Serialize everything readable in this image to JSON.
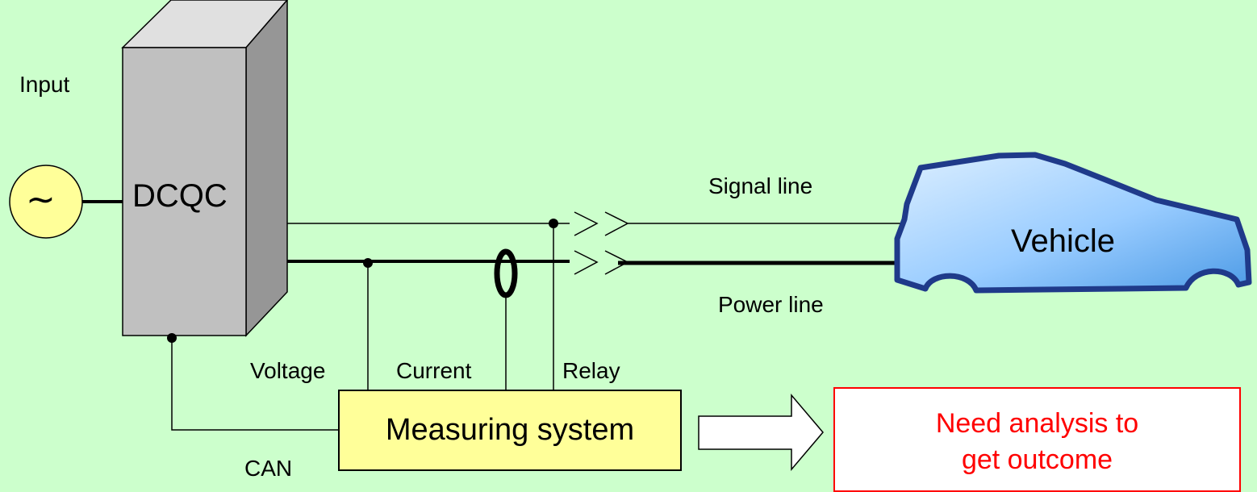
{
  "diagram": {
    "input_label": "Input",
    "charger_label": "DCQC",
    "signal_line_label": "Signal line",
    "power_line_label": "Power line",
    "vehicle_label": "Vehicle",
    "voltage_label": "Voltage",
    "current_label": "Current",
    "relay_label": "Relay",
    "can_label": "CAN",
    "measuring_system_label": "Measuring system",
    "outcome_text": "Need analysis to\nget outcome",
    "ac_source_symbol": "∼"
  },
  "colors": {
    "background": "#ccffcc",
    "charger_front": "#c0c0c0",
    "charger_side": "#969696",
    "ac_source_fill": "#ffff99",
    "vehicle_fill": "#99ccff",
    "vehicle_outline": "#1f3a8a",
    "measuring_fill": "#ffff99",
    "outcome_border": "#ff0000",
    "outcome_text": "#ff0000"
  }
}
